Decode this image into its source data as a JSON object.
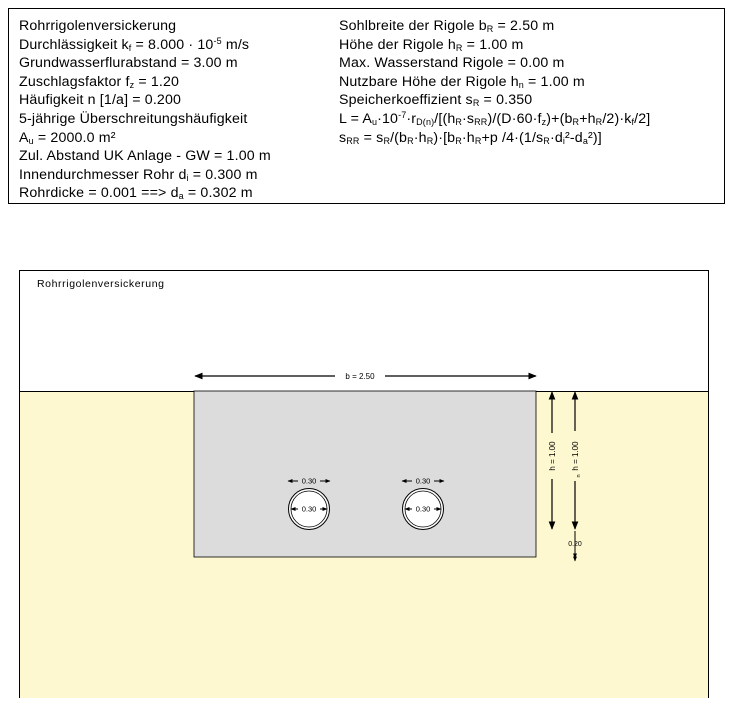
{
  "params": {
    "left": {
      "title": "Rohrrigolenversickerung",
      "k_label": "Durchlässigkeit k",
      "k_sub": "f",
      "k_value": " =  8.000 · 10",
      "k_exp": "-5",
      "k_unit": " m/s",
      "gw": "Grundwasserflurabstand = 3.00 m",
      "fz_label": "Zuschlagsfaktor f",
      "fz_sub": "z",
      "fz_value": " = 1.20",
      "freq": "Häufigkeit n [1/a] = 0.200",
      "event": "5-jährige Überschreitungshäufigkeit",
      "au_label": "A",
      "au_sub": "u",
      "au_value": " = 2000.0 m²",
      "dist": "Zul. Abstand UK Anlage - GW = 1.00 m",
      "di_label": "Innendurchmesser Rohr d",
      "di_sub": "i",
      "di_value": " = 0.300 m",
      "da_label": "Rohrdicke = 0.001 ==> d",
      "da_sub": "a",
      "da_value": " = 0.302 m"
    },
    "right": {
      "br_label": "Sohlbreite der Rigole b",
      "br_sub": "R",
      "br_value": " = 2.50 m",
      "hr_label": "Höhe der Rigole h",
      "hr_sub": "R",
      "hr_value": " = 1.00 m",
      "ws": "Max. Wasserstand Rigole = 0.00 m",
      "hn_label": "Nutzbare Höhe der Rigole h",
      "hn_sub": "n",
      "hn_value": " = 1.00 m",
      "sr_label": "Speicherkoeffizient s",
      "sr_sub": "R",
      "sr_value": " = 0.350",
      "f1": [
        "L = A",
        "u",
        "·10",
        "-7",
        "·r",
        "D(n)",
        "/[(h",
        "R",
        "·s",
        "RR",
        ")/(D·60·f",
        "z",
        ")+(b",
        "R",
        "+h",
        "R",
        "/2)·k",
        "f",
        "/2]"
      ],
      "f2": [
        "s",
        "RR",
        " = s",
        "R",
        "/(b",
        "R",
        "·h",
        "R",
        ")·[b",
        "R",
        "·h",
        "R",
        "+p /4·(1/s",
        "R",
        "·d",
        "i",
        "²-d",
        "a",
        "²)]"
      ]
    }
  },
  "diagram": {
    "title": "Rohrrigolenversickerung",
    "width_label": "b = 2.50",
    "h_label": "h = 1.00",
    "hn_label": "h  = 1.00",
    "hn_sub": "n",
    "bottom_label": "0.20",
    "pipes": [
      {
        "outer_label": "0.30",
        "inner_label": "0.30"
      },
      {
        "outer_label": "0.30",
        "inner_label": "0.30"
      }
    ]
  },
  "colors": {
    "soil": "#fdf8cf",
    "trench": "#dcdcdc",
    "line": "#000000"
  }
}
